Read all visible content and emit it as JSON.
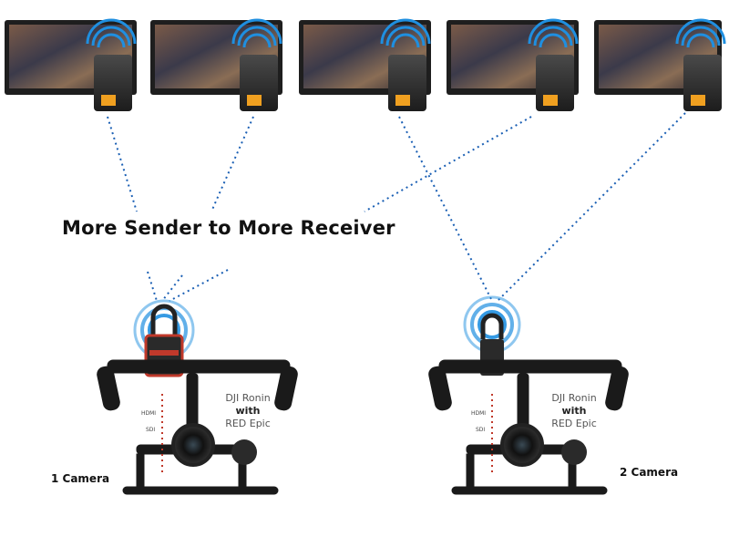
{
  "title": "More Sender to More Receiver",
  "receivers": [
    {
      "id": "rx1"
    },
    {
      "id": "rx2"
    },
    {
      "id": "rx3"
    },
    {
      "id": "rx4"
    },
    {
      "id": "rx5"
    }
  ],
  "senders": [
    {
      "camera_label": "1 Camera",
      "rig_line1": "DJI Ronin",
      "rig_line2": "with",
      "rig_line3": "RED Epic",
      "port_hdmi": "HDMI",
      "port_sdi": "SDI"
    },
    {
      "camera_label": "2 Camera",
      "rig_line1": "DJI Ronin",
      "rig_line2": "with",
      "rig_line3": "RED Epic",
      "port_hdmi": "HDMI",
      "port_sdi": "SDI"
    }
  ],
  "colors": {
    "link": "#1a5fb4",
    "wave": "#1f8fe0",
    "sender1_accent": "#c0392b",
    "monitor": "#222222",
    "receiver_screen": "#f0a020"
  }
}
